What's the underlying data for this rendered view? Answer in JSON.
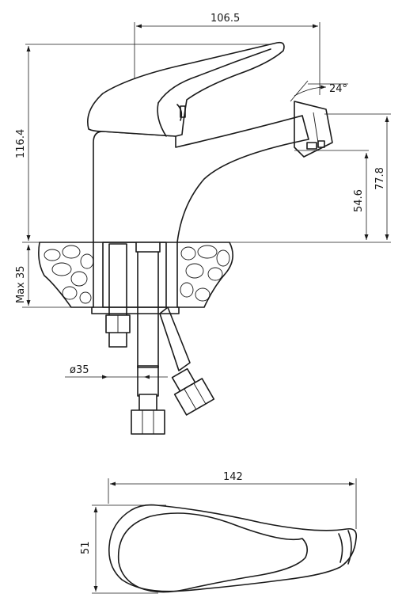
{
  "dimensions": {
    "width_top": "106.5",
    "height_total": "116.4",
    "spout_angle": "24°",
    "spout_height": "54.6",
    "outlet_height": "77.8",
    "max_thickness": "Max 35",
    "hole_diameter": "ø35",
    "length_bottom": "142",
    "width_bottom": "51"
  }
}
